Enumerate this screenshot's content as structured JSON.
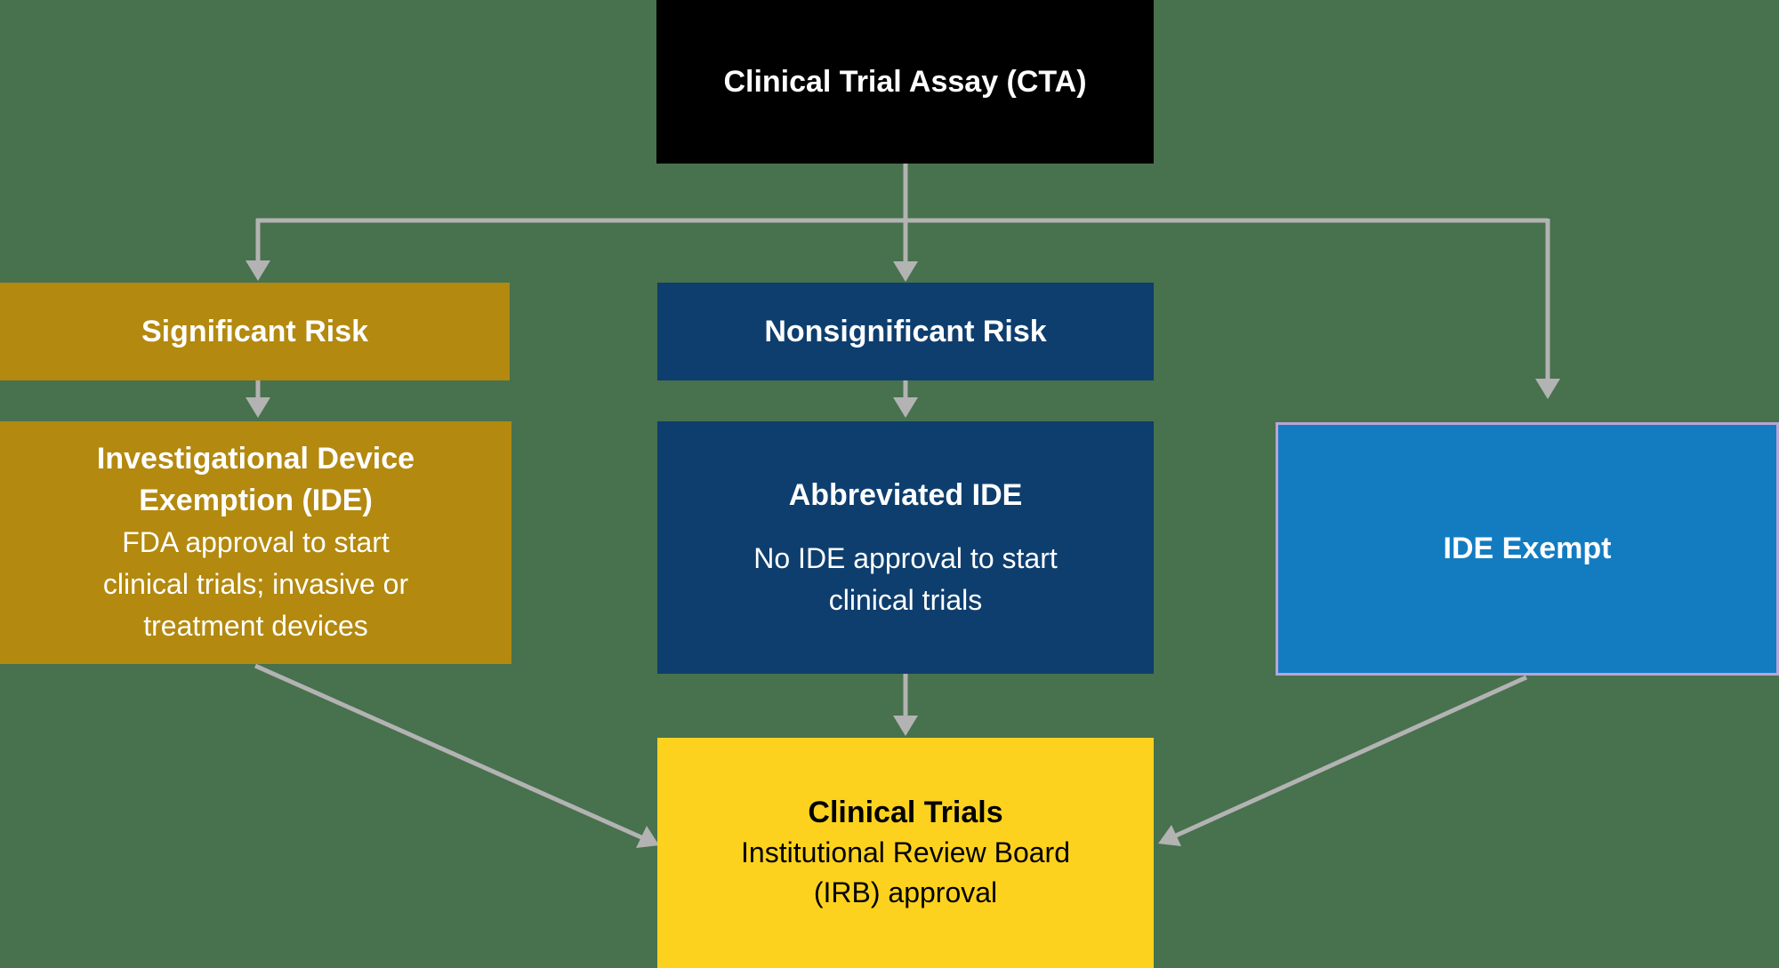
{
  "diagram": {
    "description": "Clinical Trial Assay regulatory pathway flowchart",
    "nodes": {
      "cta": {
        "label": "Clinical Trial Assay (CTA)",
        "color": "#000000"
      },
      "significant_risk": {
        "label": "Significant Risk",
        "color": "#B3890F"
      },
      "ide": {
        "title": "Investigational Device\nExemption (IDE)",
        "body": "FDA approval to start\nclinical trials; invasive or\ntreatment devices",
        "color": "#B3890F"
      },
      "nonsignificant_risk": {
        "label": "Nonsignificant Risk",
        "color": "#0E3E6E"
      },
      "abbreviated_ide": {
        "title": "Abbreviated IDE",
        "body": "No IDE approval to start\nclinical trials",
        "color": "#0E3E6E"
      },
      "ide_exempt": {
        "label": "IDE Exempt",
        "color": "#137CC1",
        "border_color": "#B9A5D6"
      },
      "clinical_trials": {
        "title": "Clinical Trials",
        "body": "Institutional Review Board\n(IRB) approval",
        "color": "#FDD21E",
        "text_color": "#000000"
      }
    },
    "edges": [
      {
        "from": "cta",
        "to": "significant_risk"
      },
      {
        "from": "cta",
        "to": "nonsignificant_risk"
      },
      {
        "from": "cta",
        "to": "ide_exempt"
      },
      {
        "from": "significant_risk",
        "to": "ide"
      },
      {
        "from": "nonsignificant_risk",
        "to": "abbreviated_ide"
      },
      {
        "from": "ide",
        "to": "clinical_trials"
      },
      {
        "from": "abbreviated_ide",
        "to": "clinical_trials"
      },
      {
        "from": "ide_exempt",
        "to": "clinical_trials"
      }
    ],
    "colors": {
      "background": "#48714E",
      "connector": "#B3B3B3",
      "text_light": "#FFFFFF",
      "text_dark": "#000000"
    }
  }
}
